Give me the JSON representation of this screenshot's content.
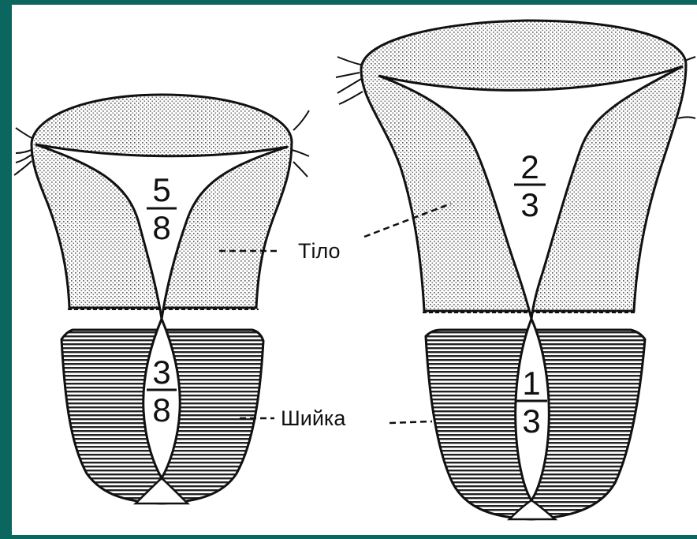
{
  "colors": {
    "frame": "#0c6660",
    "background": "#ffffff",
    "ink": "#111111"
  },
  "left_uterus": {
    "body_fraction": {
      "numerator": "5",
      "denominator": "8"
    },
    "cervix_fraction": {
      "numerator": "3",
      "denominator": "8"
    }
  },
  "right_uterus": {
    "body_fraction": {
      "numerator": "2",
      "denominator": "3"
    },
    "cervix_fraction": {
      "numerator": "1",
      "denominator": "3"
    }
  },
  "labels": {
    "body": "Тіло",
    "cervix": "Шийка"
  }
}
